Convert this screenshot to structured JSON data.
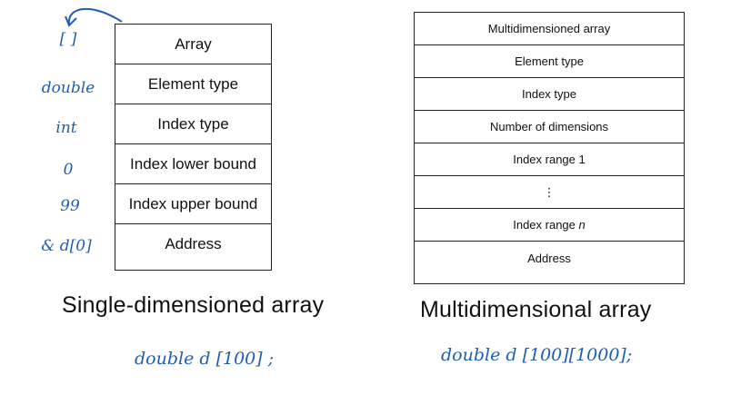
{
  "single_table": {
    "rows": [
      "Array",
      "Element type",
      "Index type",
      "Index lower bound",
      "Index upper bound",
      "Address"
    ],
    "caption": "Single-dimensioned array"
  },
  "multi_table": {
    "rows": [
      "Multidimensioned array",
      "Element type",
      "Index type",
      "Number of dimensions",
      "Index range 1",
      "⋮",
      "Index range n",
      "Address"
    ],
    "caption": "Multidimensional array"
  },
  "annotations": {
    "notes": [
      "[ ]",
      "double",
      "int",
      "0",
      "99",
      "& d[0]"
    ],
    "single_code": "double d [100] ;",
    "multi_code": "double d [100][1000];"
  },
  "colors": {
    "ink": "#1f5fb3",
    "border": "#222222"
  }
}
